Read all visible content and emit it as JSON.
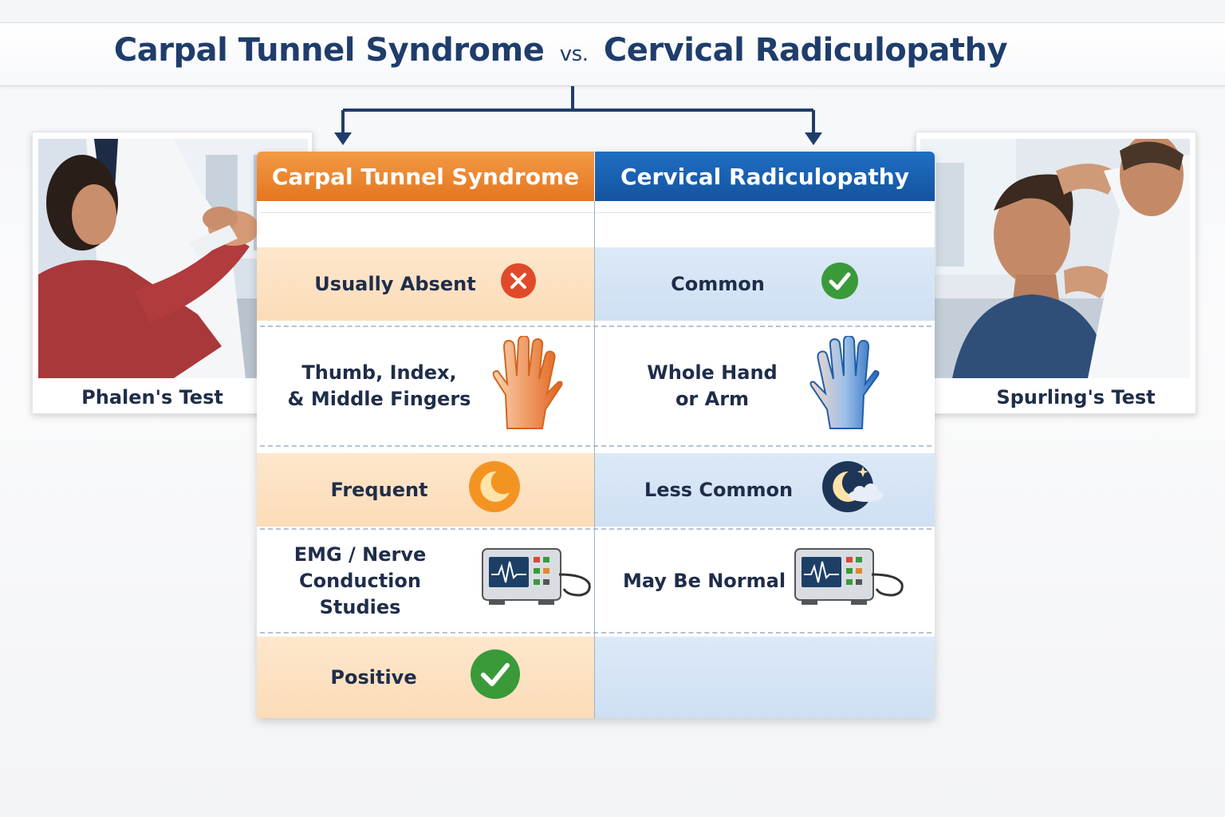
{
  "title": {
    "left": "Carpal Tunnel Syndrome",
    "vs": "vs.",
    "right": "Cervical Radiculopathy"
  },
  "columns": {
    "left": "Carpal Tunnel Syndrome",
    "right": "Cervical Radiculopathy"
  },
  "photos": {
    "left_caption": "Phalen's Test",
    "right_caption": "Spurling's Test"
  },
  "rows": [
    {
      "left": "",
      "right": ""
    },
    {
      "left": "Usually Absent",
      "left_icon": "x-circle-icon",
      "right": "Common",
      "right_icon": "check-circle-icon"
    },
    {
      "left_lines": [
        "Thumb, Index,",
        "& Middle Fingers"
      ],
      "left_icon": "hand-orange-icon",
      "right_lines": [
        "Whole Hand",
        "or Arm"
      ],
      "right_icon": "hand-blue-icon"
    },
    {
      "left": "Frequent",
      "left_icon": "moon-orange-icon",
      "right": "Less Common",
      "right_icon": "moon-night-icon"
    },
    {
      "left_lines": [
        "EMG / Nerve",
        "Conduction Studies"
      ],
      "left_icon": "emg-monitor-icon",
      "right": "May Be Normal",
      "right_icon": "emg-monitor-icon"
    },
    {
      "left": "Positive",
      "left_icon": "check-circle-icon",
      "right": ""
    }
  ],
  "colors": {
    "title": "#1f3d6b",
    "orange_header": "#e4761f",
    "blue_header": "#14539f",
    "orange_cell": "#fde7cc",
    "blue_cell": "#dce9f7",
    "check_green": "#3a9a3a",
    "x_red": "#e04a2a"
  }
}
